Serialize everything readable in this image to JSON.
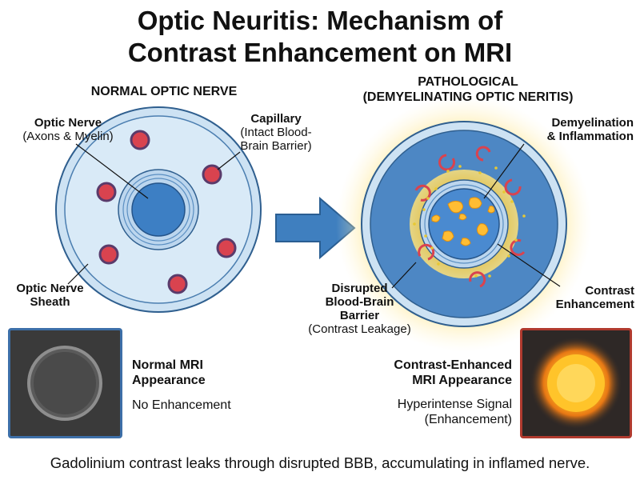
{
  "title": {
    "line1": "Optic Neuritis: Mechanism of",
    "line2": "Contrast Enhancement on MRI"
  },
  "normal": {
    "heading": "NORMAL OPTIC NERVE",
    "optic_nerve_label": "Optic Nerve",
    "optic_nerve_sub": "(Axons & Myelin)",
    "capillary_label": "Capillary",
    "capillary_sub1": "(Intact Blood-",
    "capillary_sub2": "Brain Barrier)",
    "sheath_label1": "Optic Nerve",
    "sheath_label2": "Sheath",
    "mri_label1": "Normal MRI",
    "mri_label2": "Appearance",
    "mri_desc": "No Enhancement"
  },
  "pathological": {
    "heading1": "PATHOLOGICAL",
    "heading2": "(DEMYELINATING OPTIC NERITIS)",
    "demyelination_label1": "Demyelination",
    "demyelination_label2": "& Inflammation",
    "bbb_label1": "Disrupted",
    "bbb_label2": "Blood-Brain",
    "bbb_label3": "Barrier",
    "bbb_sub": "(Contrast Leakage)",
    "contrast_label1": "Contrast",
    "contrast_label2": "Enhancement",
    "mri_label1": "Contrast-Enhanced",
    "mri_label2": "MRI Appearance",
    "mri_desc1": "Hyperintense Signal",
    "mri_desc2": "(Enhancement)"
  },
  "caption": "Gadolinium contrast leaks through disrupted BBB, accumulating in inflamed nerve.",
  "colors": {
    "sheath_outer": "#cfe3f4",
    "sheath_border": "#2f5f8f",
    "nerve_blue": "#3d7fc4",
    "capillary_red": "#d9434f",
    "glow_yellow": "#ffd24a",
    "arrow_blue": "#3f7fbf"
  }
}
